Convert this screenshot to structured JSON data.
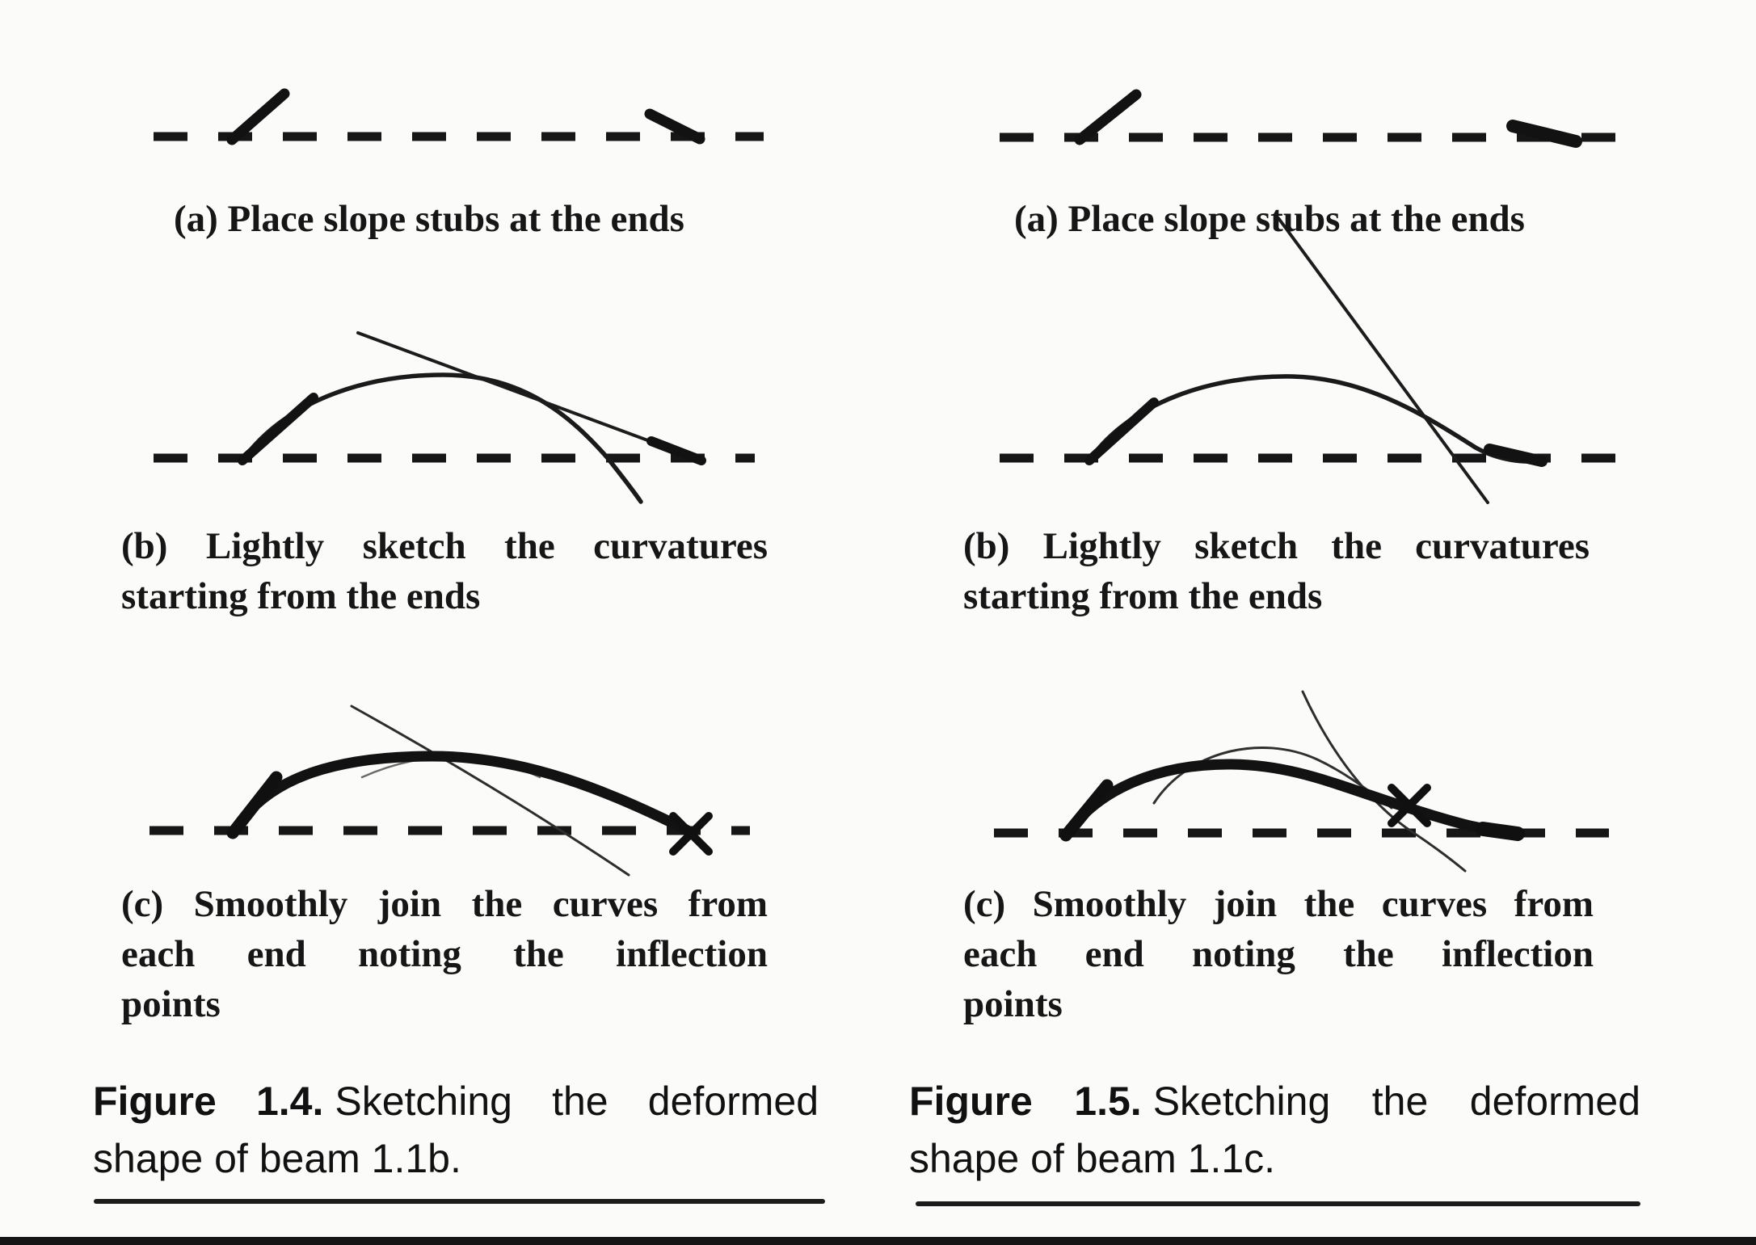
{
  "page": {
    "background": "#fbfbfa",
    "ink": "#161616"
  },
  "figures": [
    {
      "id": "1.4",
      "steps": {
        "a": {
          "caption": "(a) Place slope stubs at the ends"
        },
        "b": {
          "line1": "(b) Lightly sketch the curvatures",
          "line2": "starting from the ends"
        },
        "c": {
          "line1": "(c) Smoothly join the curves from",
          "line2": "each end noting the inflection",
          "line3": "points"
        }
      },
      "caption": {
        "label": "Figure 1.4.",
        "line1_rest": "Sketching the deformed",
        "line2": "shape of beam 1.1b."
      }
    },
    {
      "id": "1.5",
      "steps": {
        "a": {
          "caption": "(a) Place slope stubs at the ends"
        },
        "b": {
          "line1": "(b) Lightly sketch the curvatures",
          "line2": "starting from the ends"
        },
        "c": {
          "line1": "(c) Smoothly join the curves from",
          "line2": "each end noting the inflection",
          "line3": "points"
        }
      },
      "caption": {
        "label": "Figure 1.5.",
        "line1_rest": "Sketching the deformed",
        "line2": "shape of beam 1.1c."
      }
    }
  ]
}
